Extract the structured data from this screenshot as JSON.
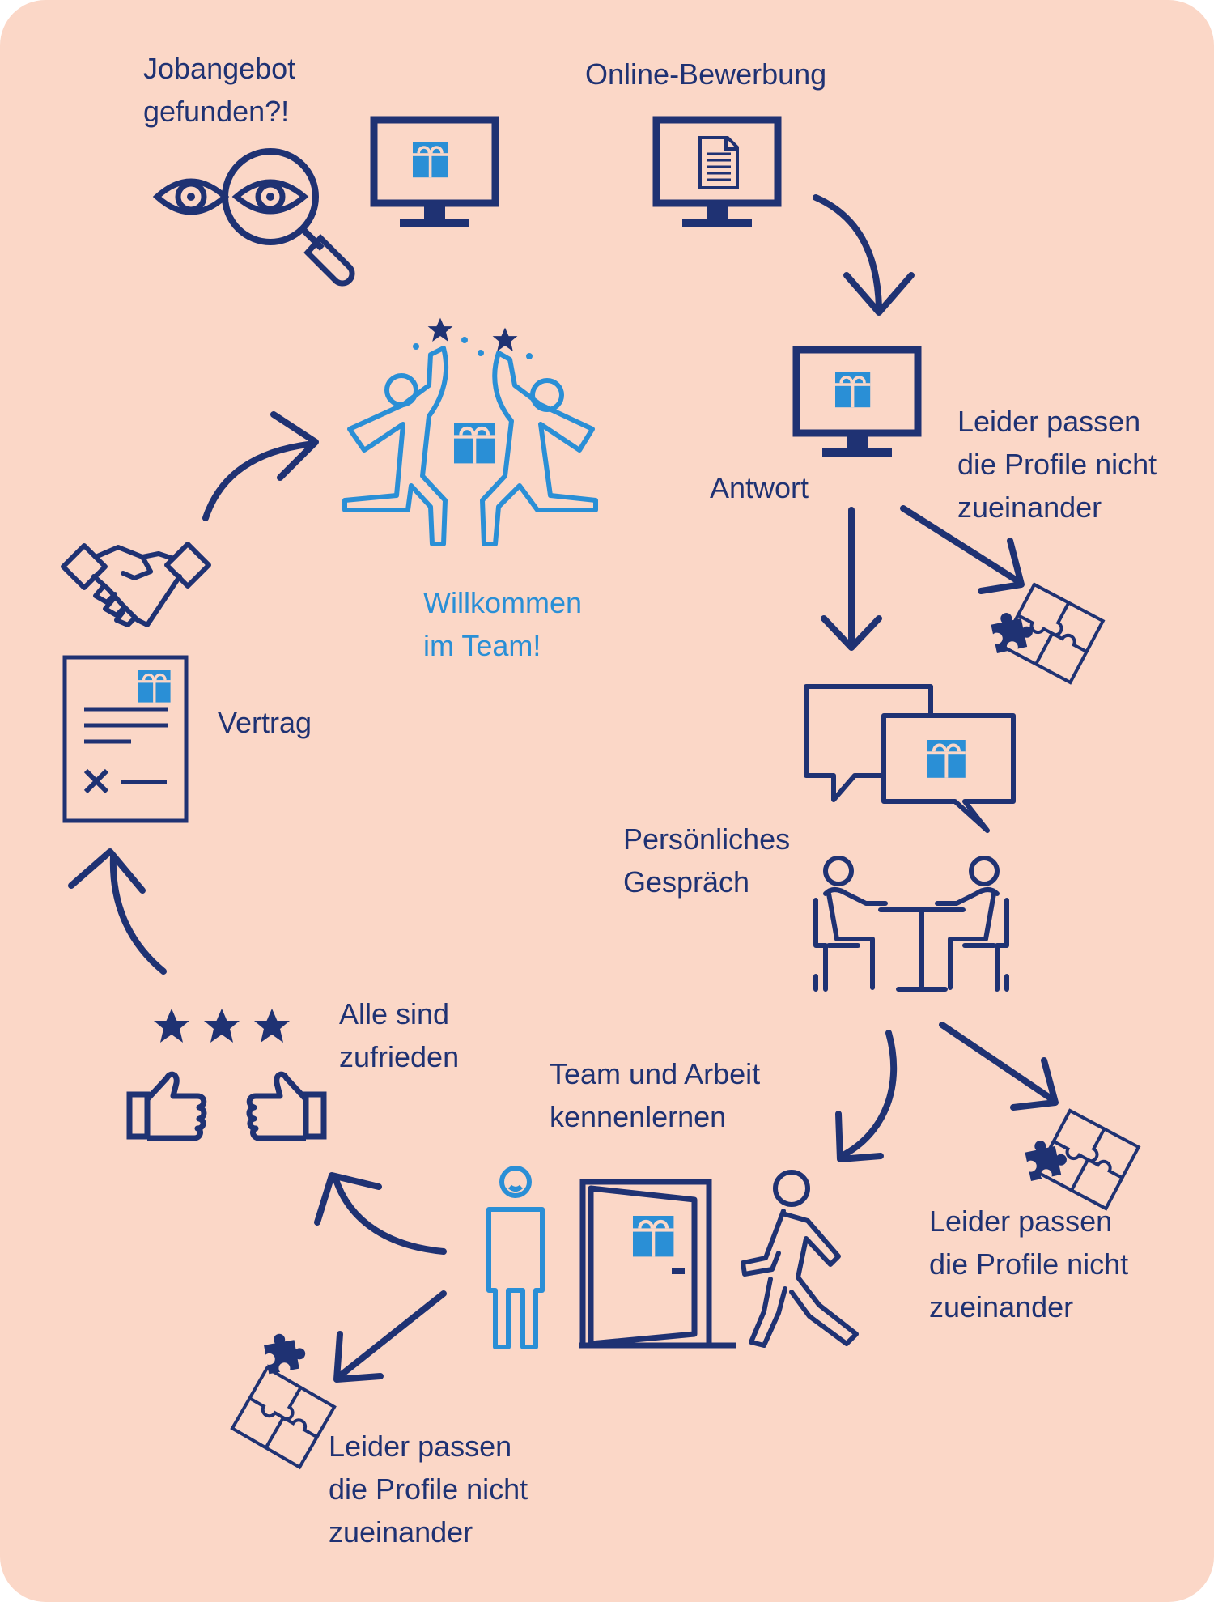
{
  "colors": {
    "background": "#fbd7c7",
    "navy": "#1f3273",
    "light_blue": "#2a8fd6"
  },
  "steps": {
    "job_found": "Jobangebot\ngefunden?!",
    "online_application": "Online-Bewerbung",
    "answer": "Antwort",
    "rejection_1": "Leider passen\ndie Profile nicht\nzueinander",
    "interview": "Persönliches\nGespräch",
    "rejection_2": "Leider passen\ndie Profile nicht\nzueinander",
    "meet_team": "Team und Arbeit\nkennenlernen",
    "rejection_3": "Leider passen\ndie Profile nicht\nzueinander",
    "all_satisfied": "Alle sind\nzufrieden",
    "contract": "Vertrag",
    "welcome": "Willkommen\nim Team!"
  },
  "icons": [
    "eyes-icon",
    "magnifier-icon",
    "monitor-logo-icon",
    "monitor-document-icon",
    "monitor-answer-icon",
    "puzzle-icon",
    "speech-bubbles-icon",
    "meeting-table-icon",
    "person-icon",
    "door-icon",
    "walking-person-icon",
    "stars-icon",
    "thumbs-up-icon",
    "contract-icon",
    "handshake-icon",
    "celebrating-people-icon",
    "arrow-icon"
  ]
}
